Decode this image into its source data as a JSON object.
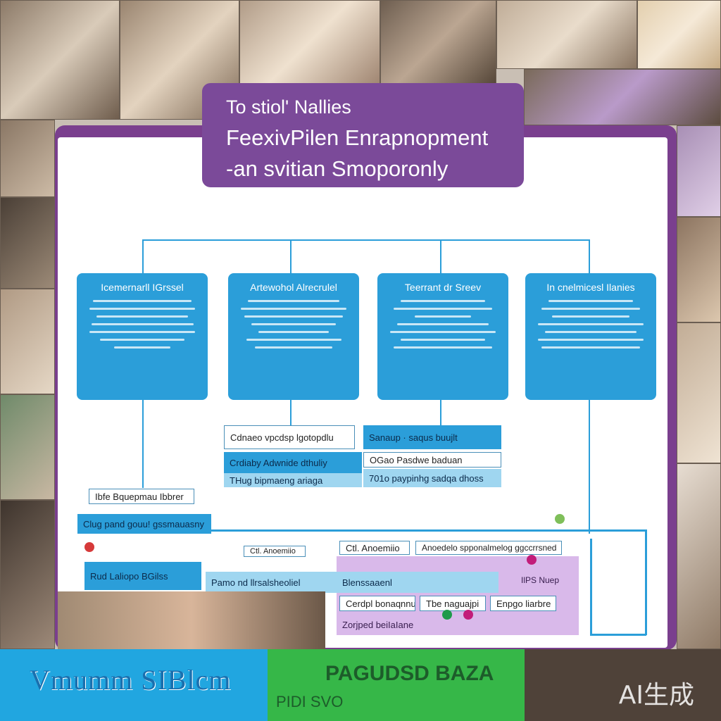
{
  "title": {
    "line1": "To stiol' Nallies",
    "line2": "FeexivPilen Enrapnopment",
    "line3": "-an svitian Smoporonly"
  },
  "cards": [
    {
      "title": "Icemernarll IGrssel"
    },
    {
      "title": "Artewohol Alrecrulel"
    },
    {
      "title": "Teerrant dr Sreev"
    },
    {
      "title": "In cnelmicesl Ilanies"
    }
  ],
  "bars": {
    "b1": "Cdnaeo vpcdsp lgotopdlu",
    "b2": "Sanaup  · saqus buujlt",
    "b3": "Crdiaby Adwnide dthuliy",
    "b4": "OGao  Pasdwe baduan",
    "b5": "THug  bipmaeng ariaga",
    "b6": "701o  paypinhg sadqa dhoss",
    "b7": "Ibfe Bquepmau Ibbrer",
    "b8": "Clug pand gouu! gssmauasny",
    "b9": "Ctl. Anoemiio",
    "b10": "Anoedelo  spponalmelog ggccrrsned",
    "b11": "Rud Laliopo BGilss",
    "b12": "Pamo nd llrsalsheoliel",
    "b13": "Blenssaaenl",
    "b14": "Cerdpl  bonaqnnus",
    "b15": "Tbe  naguajpi",
    "b16": "Enpgo  liarbre",
    "b17": "Zorjped beiIaIane",
    "b18": "IlPS  Nuep"
  },
  "footer": {
    "main_text": "Vmumm SIBlcm",
    "green_text": "PAGUDSD BAZA",
    "green_text2": "PIDI SVO",
    "watermark": "AI生成"
  },
  "colors": {
    "frame": "#7a3f8e",
    "title_bg": "#7b4a99",
    "card_blue": "#2b9ed9",
    "lavender": "#d9b9ea",
    "green": "#36b748"
  }
}
